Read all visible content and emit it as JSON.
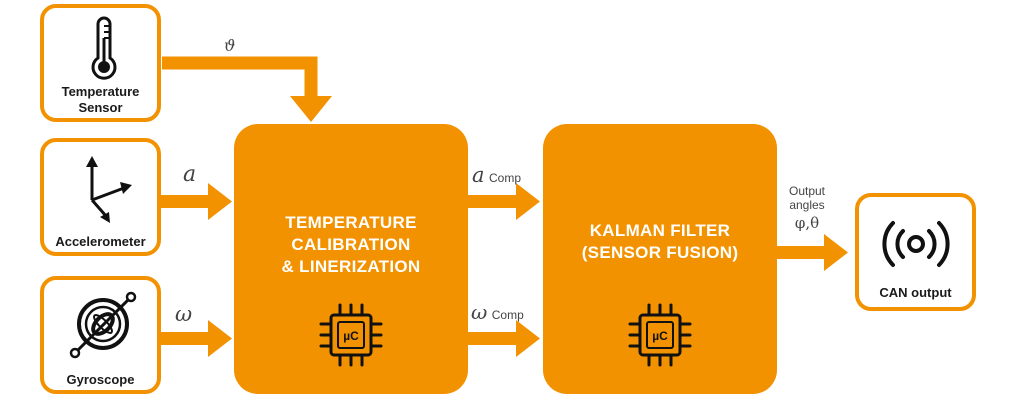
{
  "inputs": {
    "temperature": {
      "label_line1": "Temperature",
      "label_line2": "Sensor",
      "icon": "thermometer-icon"
    },
    "accelerometer": {
      "label": "Accelerometer",
      "icon": "axes-icon"
    },
    "gyroscope": {
      "label": "Gyroscope",
      "icon": "gyroscope-icon"
    }
  },
  "blocks": {
    "calibration": {
      "line1": "TEMPERATURE",
      "line2": "CALIBRATION",
      "line3": "& LINERIZATION",
      "chip_text": "µC"
    },
    "kalman": {
      "line1": "KALMAN FILTER",
      "line2": "(SENSOR FUSION)",
      "chip_text": "µC"
    }
  },
  "output": {
    "label": "CAN output",
    "icon": "broadcast-icon"
  },
  "signals": {
    "theta": "ϑ",
    "a": "a",
    "omega": "ω",
    "a_comp_symbol": "a",
    "a_comp_text": "Comp",
    "omega_comp_symbol": "ω",
    "omega_comp_text": "Comp",
    "output_line1": "Output",
    "output_line2": "angles",
    "output_line3": "φ,θ"
  },
  "colors": {
    "accent": "#f39200",
    "text": "#1a1a1a",
    "white": "#ffffff"
  }
}
